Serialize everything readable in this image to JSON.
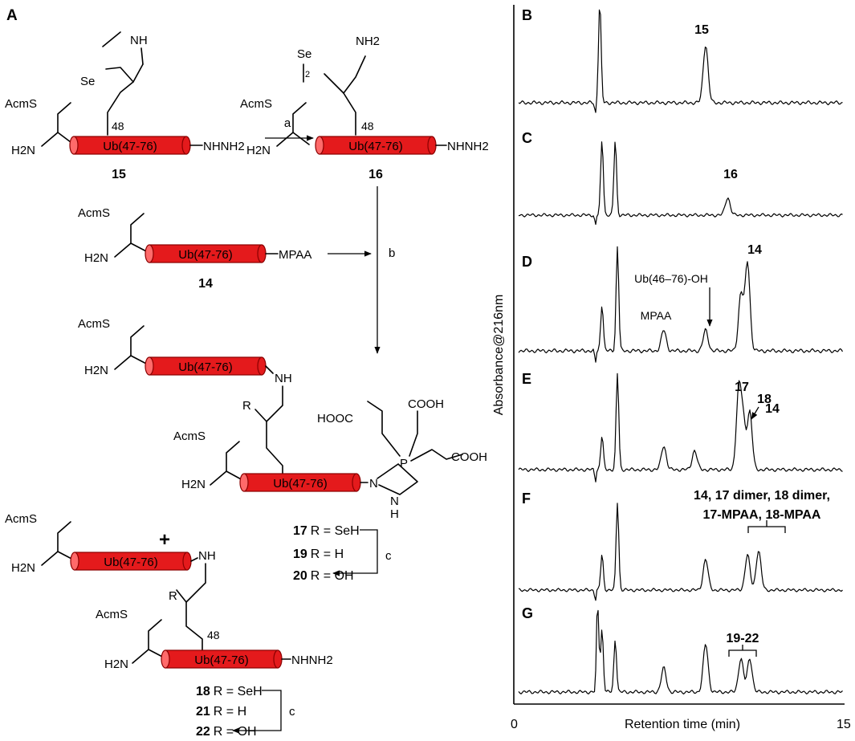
{
  "panels": {
    "A": "A",
    "B": "B",
    "C": "C",
    "D": "D",
    "E": "E",
    "F": "F",
    "G": "G"
  },
  "scheme": {
    "peptide_label": "Ub(47-76)",
    "substituents": {
      "acms": "AcmS",
      "h2n": "H2N",
      "nh": "NH",
      "nhnh2": "NHNH2",
      "mpaa": "MPAA",
      "se": "Se",
      "nh2": "NH2",
      "r": "R",
      "n": "N",
      "p": "P",
      "h": "H",
      "hooc": "HOOC",
      "cooh": "COOH",
      "pos48": "48",
      "two": "2"
    },
    "steps": {
      "a": "a",
      "b": "b",
      "c": "c"
    },
    "compounds": {
      "c15": "15",
      "c16": "16",
      "c14": "14",
      "c17": "17",
      "c19": "19",
      "c20": "20",
      "c18": "18",
      "c21": "21",
      "c22": "22"
    },
    "r_defs": {
      "seh": "R = SeH",
      "h": "R = H",
      "oh": "R = OH"
    },
    "plus": "+"
  },
  "chromatogram": {
    "ylabel": "Absorbance@216nm",
    "xlabel": "Retention time (min)",
    "x_ticks": [
      "0",
      "15"
    ],
    "annotations": {
      "B15": "15",
      "C16": "16",
      "D14": "14",
      "Dub": "Ub(46–76)-OH",
      "Dmpaa": "MPAA",
      "E17": "17",
      "E18": "18",
      "E14": "14",
      "F1": "14, 17 dimer, 18 dimer,",
      "F2": "17-MPAA, 18-MPAA",
      "G": "19-22"
    }
  },
  "chart_data": {
    "type": "line",
    "title": "",
    "xlabel": "Retention time (min)",
    "ylabel": "Absorbance@216nm",
    "xlim": [
      0,
      15
    ],
    "series": [
      {
        "name": "B",
        "peaks": [
          {
            "x": 3.9,
            "h": 1.0
          },
          {
            "x": 8.7,
            "h": 0.58,
            "label": "15"
          }
        ]
      },
      {
        "name": "C",
        "peaks": [
          {
            "x": 4.0,
            "h": 0.85
          },
          {
            "x": 4.6,
            "h": 0.85
          },
          {
            "x": 9.7,
            "h": 0.2,
            "label": "16"
          }
        ]
      },
      {
        "name": "D",
        "peaks": [
          {
            "x": 4.0,
            "h": 0.45
          },
          {
            "x": 4.7,
            "h": 1.0
          },
          {
            "x": 6.8,
            "h": 0.2,
            "label": "MPAA"
          },
          {
            "x": 8.7,
            "h": 0.2,
            "label": "Ub(46–76)-OH"
          },
          {
            "x": 10.3,
            "h": 0.55
          },
          {
            "x": 10.6,
            "h": 0.85,
            "label": "14"
          }
        ]
      },
      {
        "name": "E",
        "peaks": [
          {
            "x": 4.0,
            "h": 0.35
          },
          {
            "x": 4.7,
            "h": 1.0
          },
          {
            "x": 6.8,
            "h": 0.25
          },
          {
            "x": 8.2,
            "h": 0.2
          },
          {
            "x": 10.2,
            "h": 0.8,
            "label": "17"
          },
          {
            "x": 10.4,
            "h": 0.48,
            "label": "18"
          },
          {
            "x": 10.7,
            "h": 0.6,
            "label": "14"
          }
        ]
      },
      {
        "name": "F",
        "peaks": [
          {
            "x": 4.0,
            "h": 0.4
          },
          {
            "x": 4.7,
            "h": 1.0
          },
          {
            "x": 8.7,
            "h": 0.35
          },
          {
            "x": 10.6,
            "h": 0.4
          },
          {
            "x": 11.1,
            "h": 0.45
          }
        ]
      },
      {
        "name": "G",
        "peaks": [
          {
            "x": 3.8,
            "h": 0.9
          },
          {
            "x": 4.0,
            "h": 0.65
          },
          {
            "x": 4.6,
            "h": 0.55
          },
          {
            "x": 6.8,
            "h": 0.25
          },
          {
            "x": 8.7,
            "h": 0.5
          },
          {
            "x": 10.3,
            "h": 0.35
          },
          {
            "x": 10.7,
            "h": 0.35
          }
        ]
      }
    ]
  }
}
